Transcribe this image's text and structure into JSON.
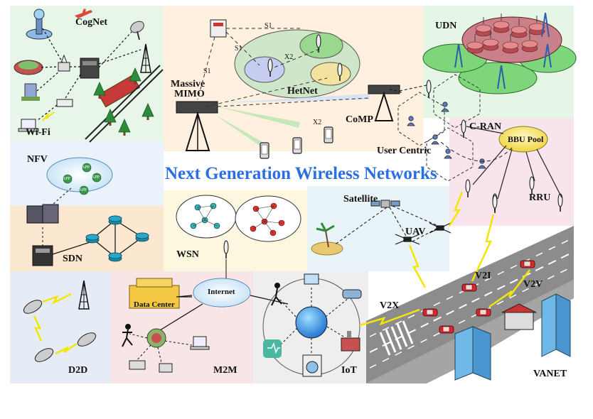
{
  "title": "Next Generation Wireless Networks",
  "labels": {
    "cognet": "CogNet",
    "wifi": "Wi-Fi",
    "nfv": "NFV",
    "sdn": "SDN",
    "d2d": "D2D",
    "m2m": "M2M",
    "data_center": "Data Center",
    "internet": "Internet",
    "wsn": "WSN",
    "iot": "IoT",
    "massive_mimo": "Massive MIMO",
    "massive": "Massive",
    "mimo": "MIMO",
    "hetnet": "HetNet",
    "comp": "CoMP",
    "udn": "UDN",
    "cran": "C-RAN",
    "bbu_pool": "BBU Pool",
    "rru": "RRU",
    "user_centric": "User Centric",
    "satellite": "Satellite",
    "uav": "UAV",
    "v2i": "V2I",
    "v2v": "V2V",
    "v2x": "V2X",
    "vanet": "VANET",
    "s1_a": "S1",
    "s1_b": "S1",
    "s1_c": "S1",
    "x2_a": "X2",
    "x2_b": "X2",
    "app": "APP"
  },
  "colors": {
    "title": "#2b6fe0",
    "cognet_bg": "#e8f6ea",
    "mimo_bg": "#fff0e0",
    "udn_bg": "#e6f6e6",
    "cran_bg": "#f7e4ec",
    "nfv_bg": "#eaf2fb",
    "sdn_bg": "#fce8d0",
    "wsn_bg": "#fdf7e0",
    "satellite_bg": "#e8f4f8",
    "d2d_bg": "#e6ecf6",
    "m2m_bg": "#f8e6e6",
    "iot_bg": "#eeeeee",
    "hetnet_fill": "#cfe6c8",
    "road": "#8c8c8c",
    "car": "#d8282e",
    "link": "#f2e600"
  }
}
